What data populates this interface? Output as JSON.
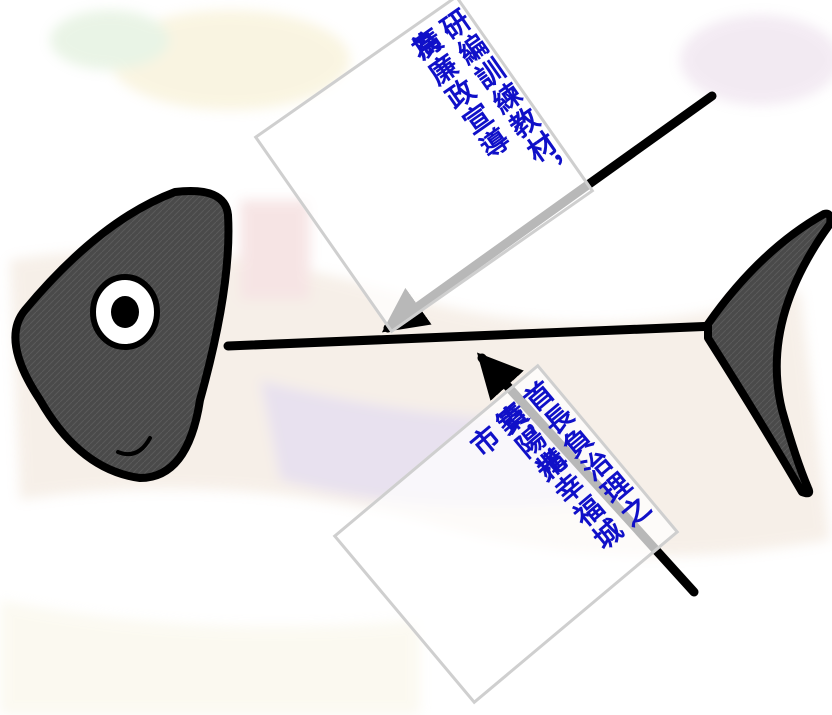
{
  "top_label": {
    "line1": "研編訓練教材，廣",
    "line2": "為廉政宣導",
    "line3": ""
  },
  "bottom_label": {
    "line1": "首長負治理之責，構",
    "line2": "築陽光幸福城市",
    "line3": ""
  },
  "colors": {
    "label_text": "#1010c8",
    "fish_fill": "#4a4a4a",
    "outline": "#000000",
    "box_border": "#cfcfcf"
  }
}
